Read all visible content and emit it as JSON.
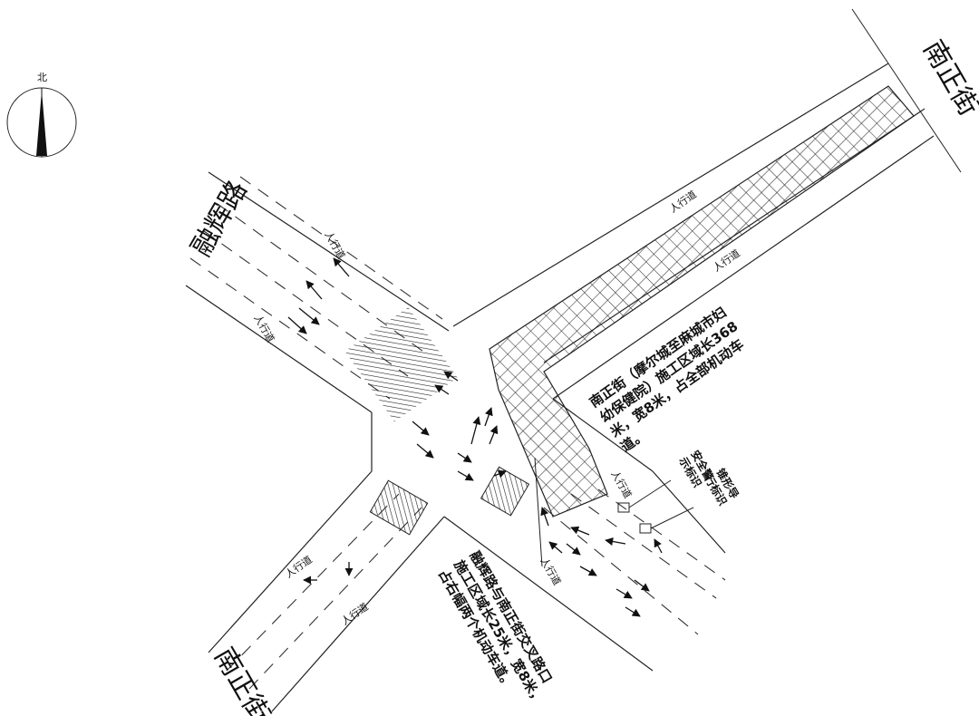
{
  "compass": {
    "label": "北"
  },
  "streets": {
    "ronghui": "融辉路",
    "nanzheng_ne": "南正街",
    "nanzheng_sw": "南正街"
  },
  "sidewalk_label": "人行道",
  "notes": {
    "work_zone_long": [
      "南正街（摩尔城至麻城市妇",
      "幼保健院）施工区域长368",
      "米，宽8米，占全部机动车",
      "道。"
    ],
    "intersection": [
      "融辉路与南正街交叉路口",
      "施工区域长25米，宽8米，",
      "占右幅两个机动车道。"
    ]
  },
  "signs": {
    "safety": [
      "安全警",
      "示标识"
    ],
    "cone": [
      "锥形导",
      "行标识"
    ]
  },
  "colors": {
    "line": "#222222",
    "background": "#ffffff"
  }
}
